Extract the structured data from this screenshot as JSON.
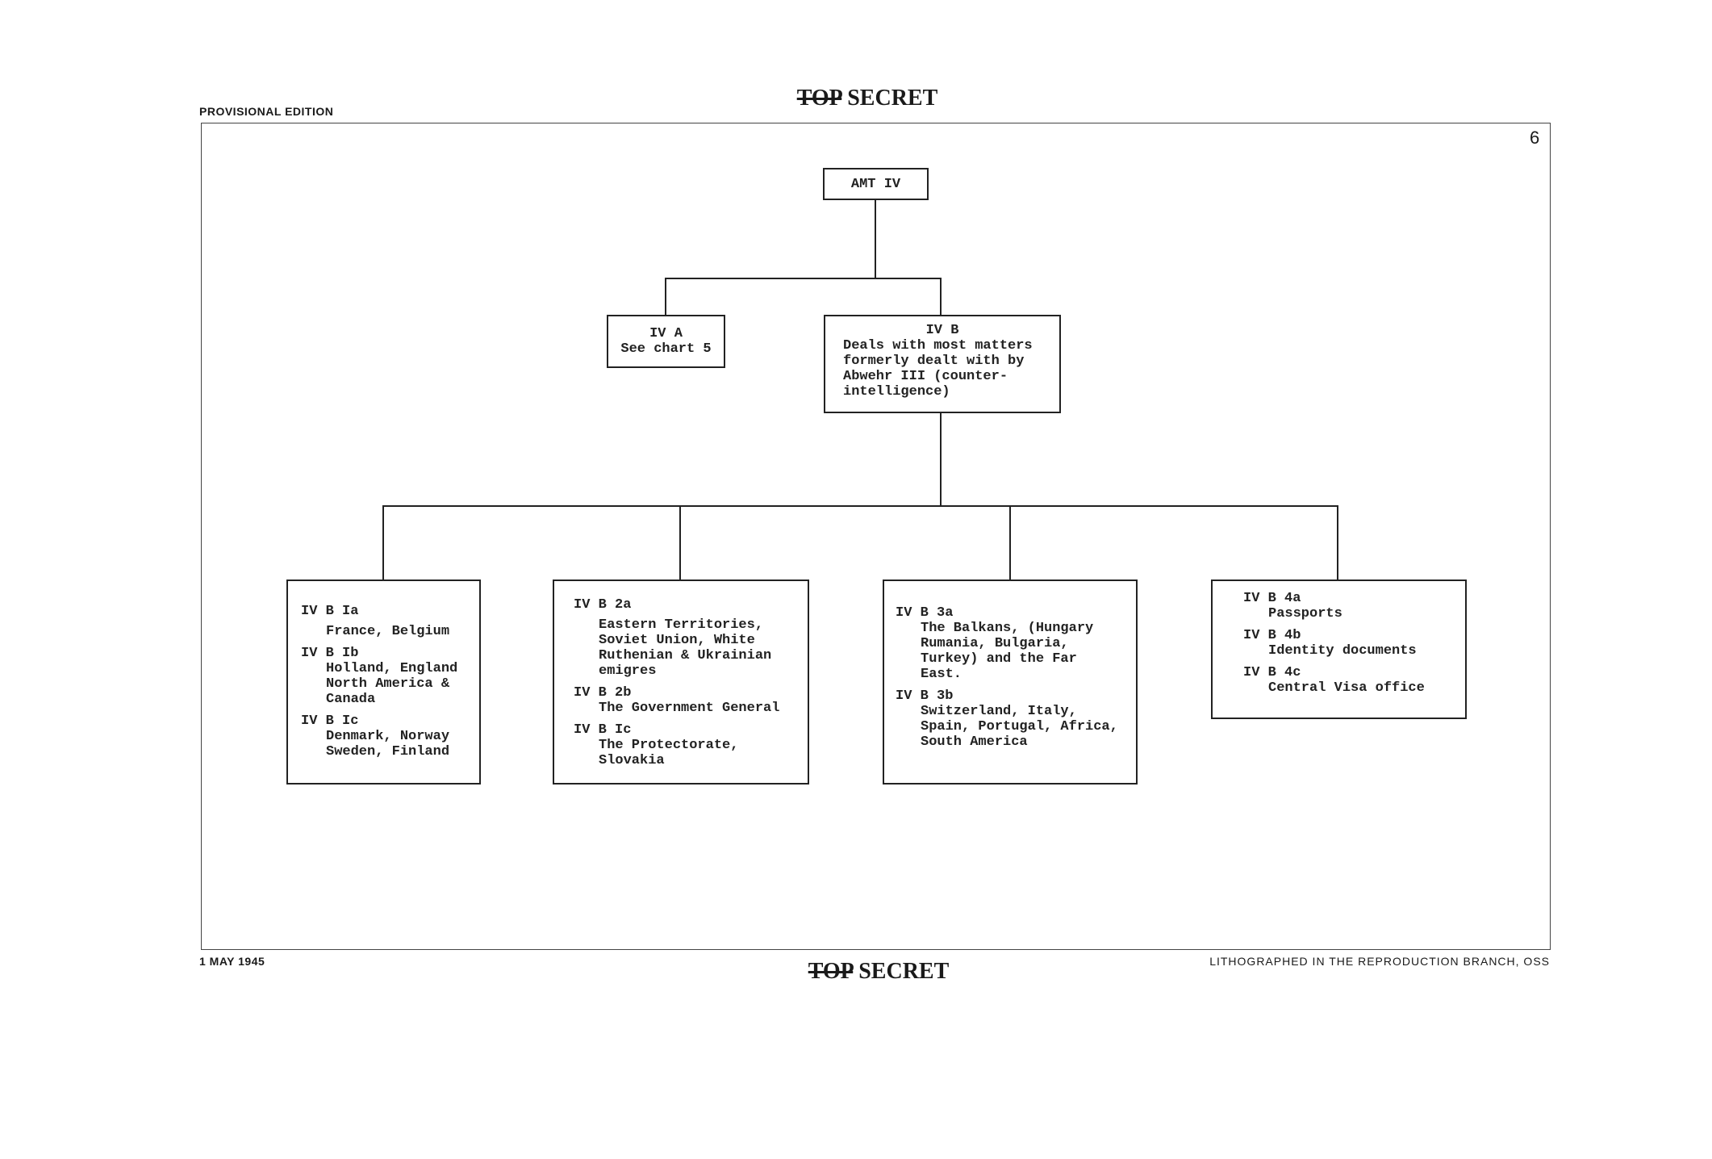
{
  "header": {
    "edition": "PROVISIONAL EDITION",
    "classification_struck": "TOP",
    "classification": "SECRET",
    "page_number": "6"
  },
  "chart": {
    "root": "AMT IV",
    "iv_a": {
      "code": "IV A",
      "lines": [
        "See chart 5"
      ]
    },
    "iv_b": {
      "code": "IV B",
      "lines": [
        "Deals with most matters",
        "formerly dealt with by",
        "Abwehr III (counter-",
        "intelligence)"
      ]
    },
    "groups": [
      {
        "entries": [
          {
            "code": "IV B Ia",
            "lines": [
              "France, Belgium"
            ]
          },
          {
            "code": "IV B Ib",
            "lines": [
              "Holland, England",
              "North America &",
              "Canada"
            ]
          },
          {
            "code": "IV B Ic",
            "lines": [
              "Denmark, Norway",
              "Sweden, Finland"
            ]
          }
        ]
      },
      {
        "entries": [
          {
            "code": "IV B 2a",
            "lines": [
              "Eastern Territories,",
              "Soviet Union, White",
              "Ruthenian & Ukrainian",
              "emigres"
            ]
          },
          {
            "code": "IV B 2b",
            "lines": [
              "The Government General"
            ]
          },
          {
            "code": "IV B Ic",
            "lines": [
              "The Protectorate,",
              "Slovakia"
            ]
          }
        ]
      },
      {
        "entries": [
          {
            "code": "IV B 3a",
            "lines": [
              "The Balkans, (Hungary",
              "Rumania, Bulgaria,",
              "Turkey) and the Far",
              "East."
            ]
          },
          {
            "code": "IV B 3b",
            "lines": [
              "Switzerland, Italy,",
              "Spain, Portugal, Africa,",
              "South America"
            ]
          }
        ]
      },
      {
        "entries": [
          {
            "code": "IV B 4a",
            "lines": [
              "Passports"
            ]
          },
          {
            "code": "IV B 4b",
            "lines": [
              "Identity documents"
            ]
          },
          {
            "code": "IV B 4c",
            "lines": [
              "Central Visa office"
            ]
          }
        ]
      }
    ]
  },
  "footer": {
    "date": "1 MAY 1945",
    "classification_struck": "TOP",
    "classification": "SECRET",
    "printer": "LITHOGRAPHED IN THE REPRODUCTION BRANCH, OSS"
  }
}
